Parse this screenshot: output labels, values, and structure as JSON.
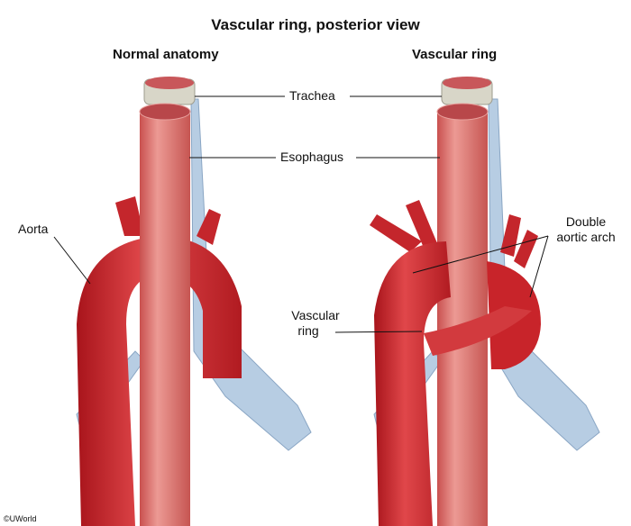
{
  "title": "Vascular ring, posterior view",
  "panels": {
    "left": {
      "title": "Normal anatomy"
    },
    "right": {
      "title": "Vascular ring"
    }
  },
  "labels": {
    "trachea": "Trachea",
    "esophagus": "Esophagus",
    "aorta": "Aorta",
    "vascular_ring_line1": "Vascular",
    "vascular_ring_line2": "ring",
    "double_arch_line1": "Double",
    "double_arch_line2": "aortic arch"
  },
  "copyright": "©UWorld",
  "colors": {
    "aorta": "#c8242a",
    "esophagus": "#d9696a",
    "trachea": "#b7cde3"
  }
}
